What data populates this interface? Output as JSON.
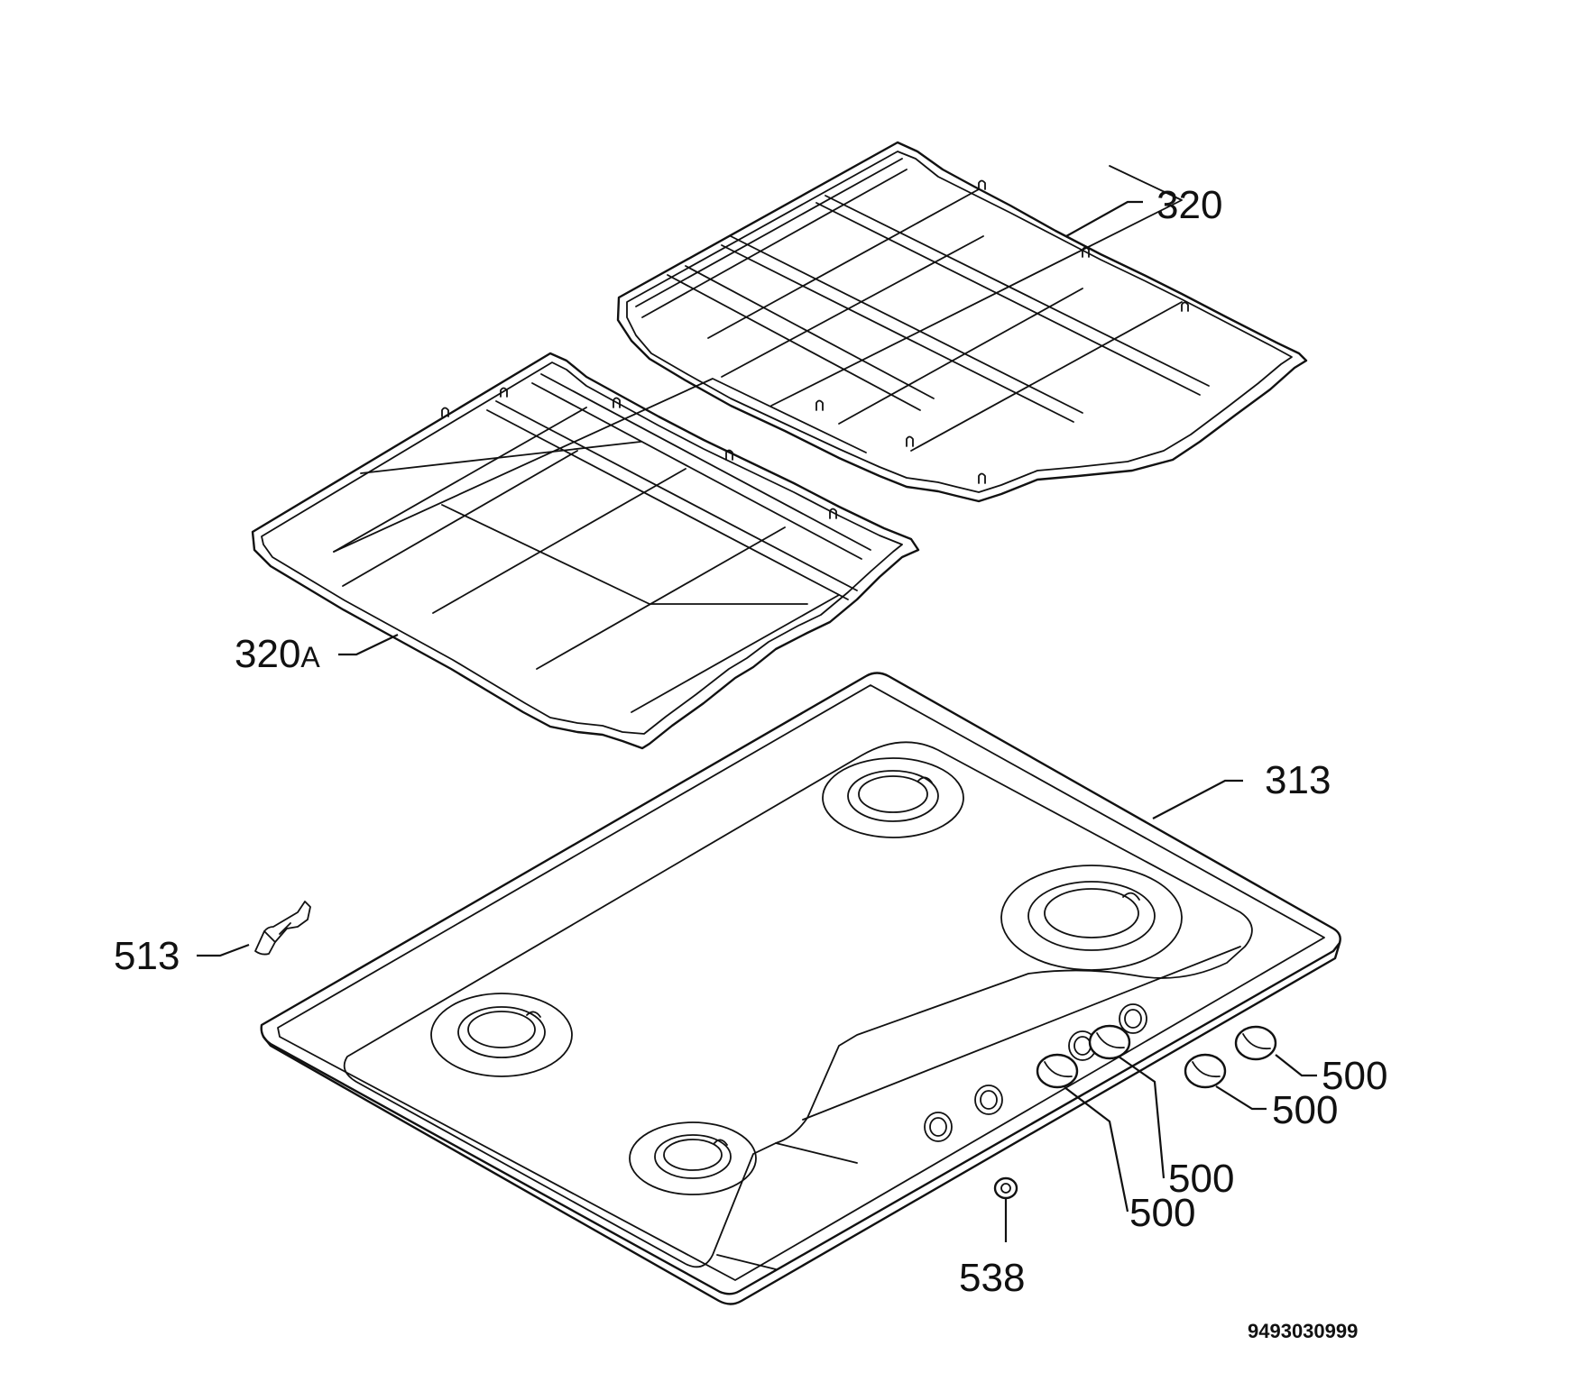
{
  "callouts": {
    "grid_right": "320",
    "grid_left_num": "320",
    "grid_left_suffix": "A",
    "hob": "313",
    "clip": "513",
    "knob_1": "500",
    "knob_2": "500",
    "knob_3": "500",
    "knob_4": "500",
    "spacer": "538"
  },
  "document_number": "9493030999"
}
